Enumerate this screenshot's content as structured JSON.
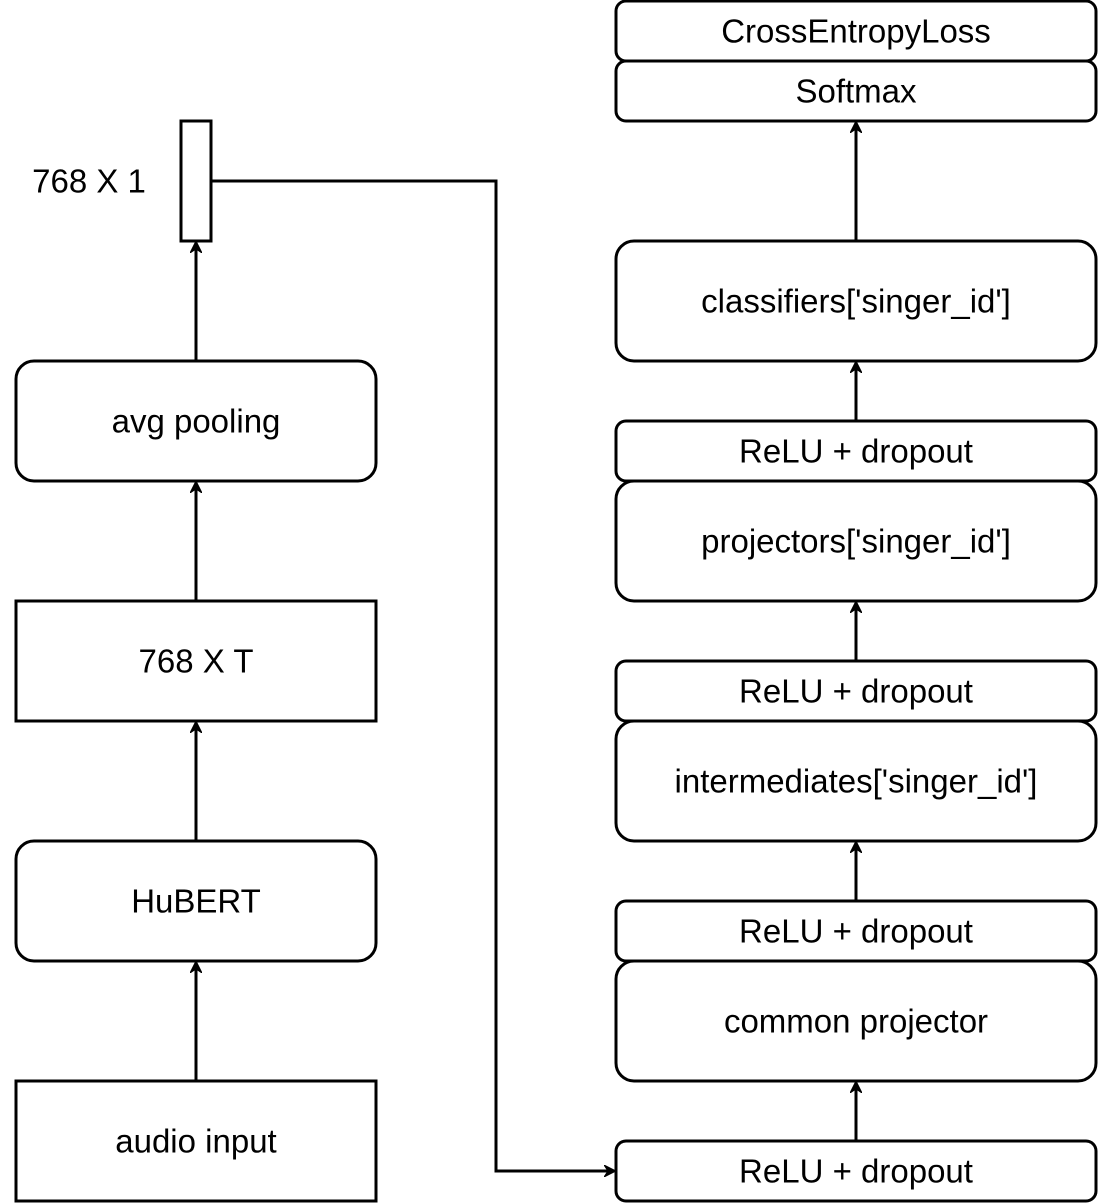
{
  "diagram": {
    "left_column": {
      "audio_input": "audio input",
      "hubert": "HuBERT",
      "feature_map": "768 X T",
      "avg_pooling": "avg pooling",
      "embedding_vector_label": "768 X 1"
    },
    "right_column": {
      "relu_dropout_1": "ReLU + dropout",
      "common_projector": "common projector",
      "relu_dropout_2": "ReLU + dropout",
      "intermediates": "intermediates['singer_id']",
      "relu_dropout_3": "ReLU + dropout",
      "projectors": "projectors['singer_id']",
      "relu_dropout_4": "ReLU + dropout",
      "classifiers": "classifiers['singer_id']",
      "softmax": "Softmax",
      "loss": "CrossEntropyLoss"
    }
  }
}
